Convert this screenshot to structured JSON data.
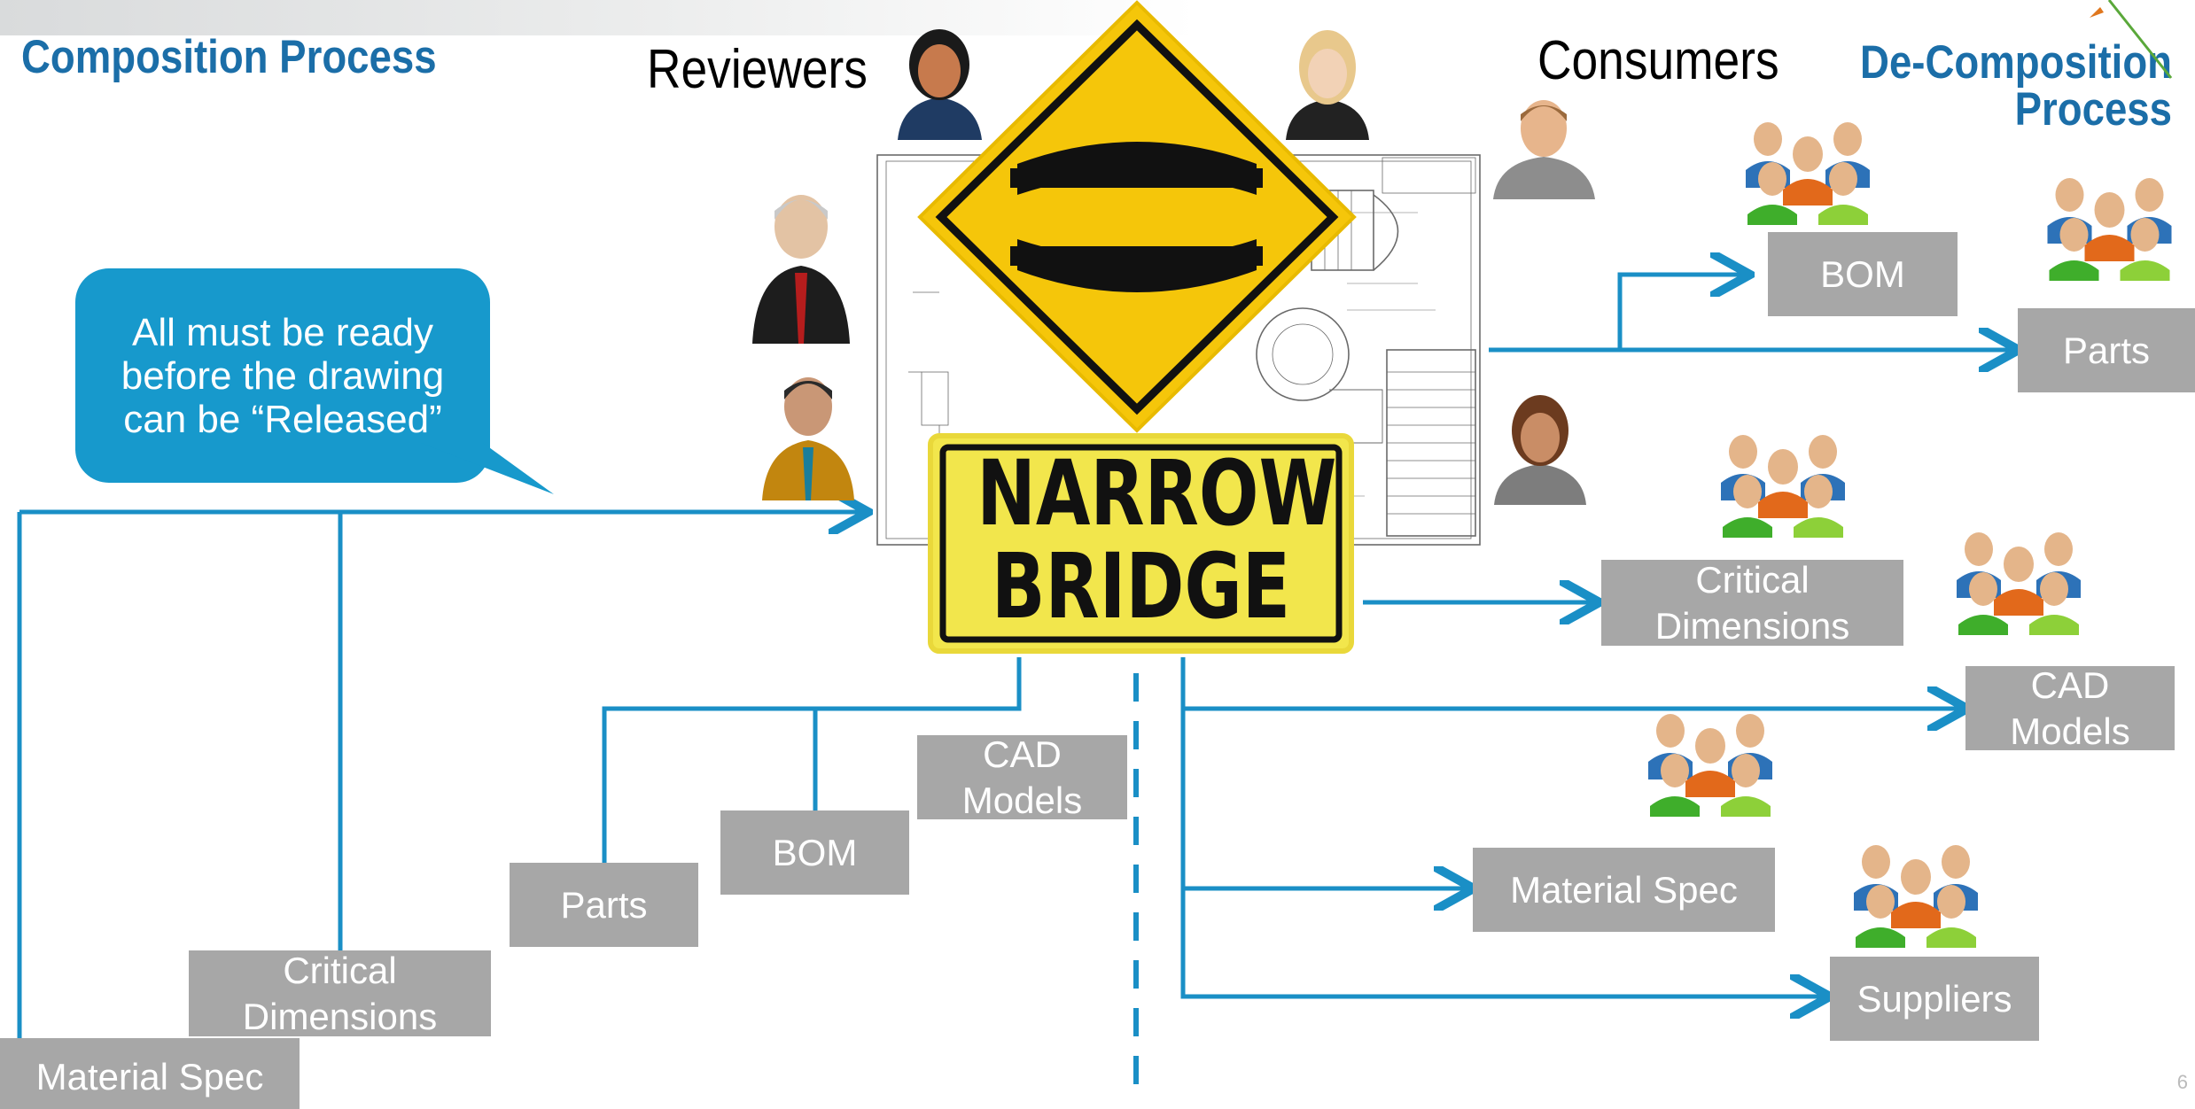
{
  "titles": {
    "composition": "Composition Process",
    "decomposition": "De-Composition Process"
  },
  "labels": {
    "reviewers": "Reviewers",
    "consumers": "Consumers"
  },
  "callout": "All must be ready before the drawing can be “Released”",
  "sign": {
    "line1": "NARROW",
    "line2": "BRIDGE"
  },
  "composition_items": {
    "material_spec": "Material Spec",
    "critical_dimensions": "Critical Dimensions",
    "parts": "Parts",
    "bom": "BOM",
    "cad_models": "CAD Models"
  },
  "decomposition_items": {
    "bom": "BOM",
    "parts": "Parts",
    "critical_dimensions": "Critical Dimensions",
    "cad_models": "CAD Models",
    "material_spec": "Material Spec",
    "suppliers": "Suppliers"
  },
  "page_number": "6",
  "colors": {
    "title_blue": "#1b6ea8",
    "arrow_blue": "#1a8fc6",
    "box_gray": "#a7a7a7",
    "callout_blue": "#1799cc",
    "sign_yellow": "#f5cf10"
  }
}
